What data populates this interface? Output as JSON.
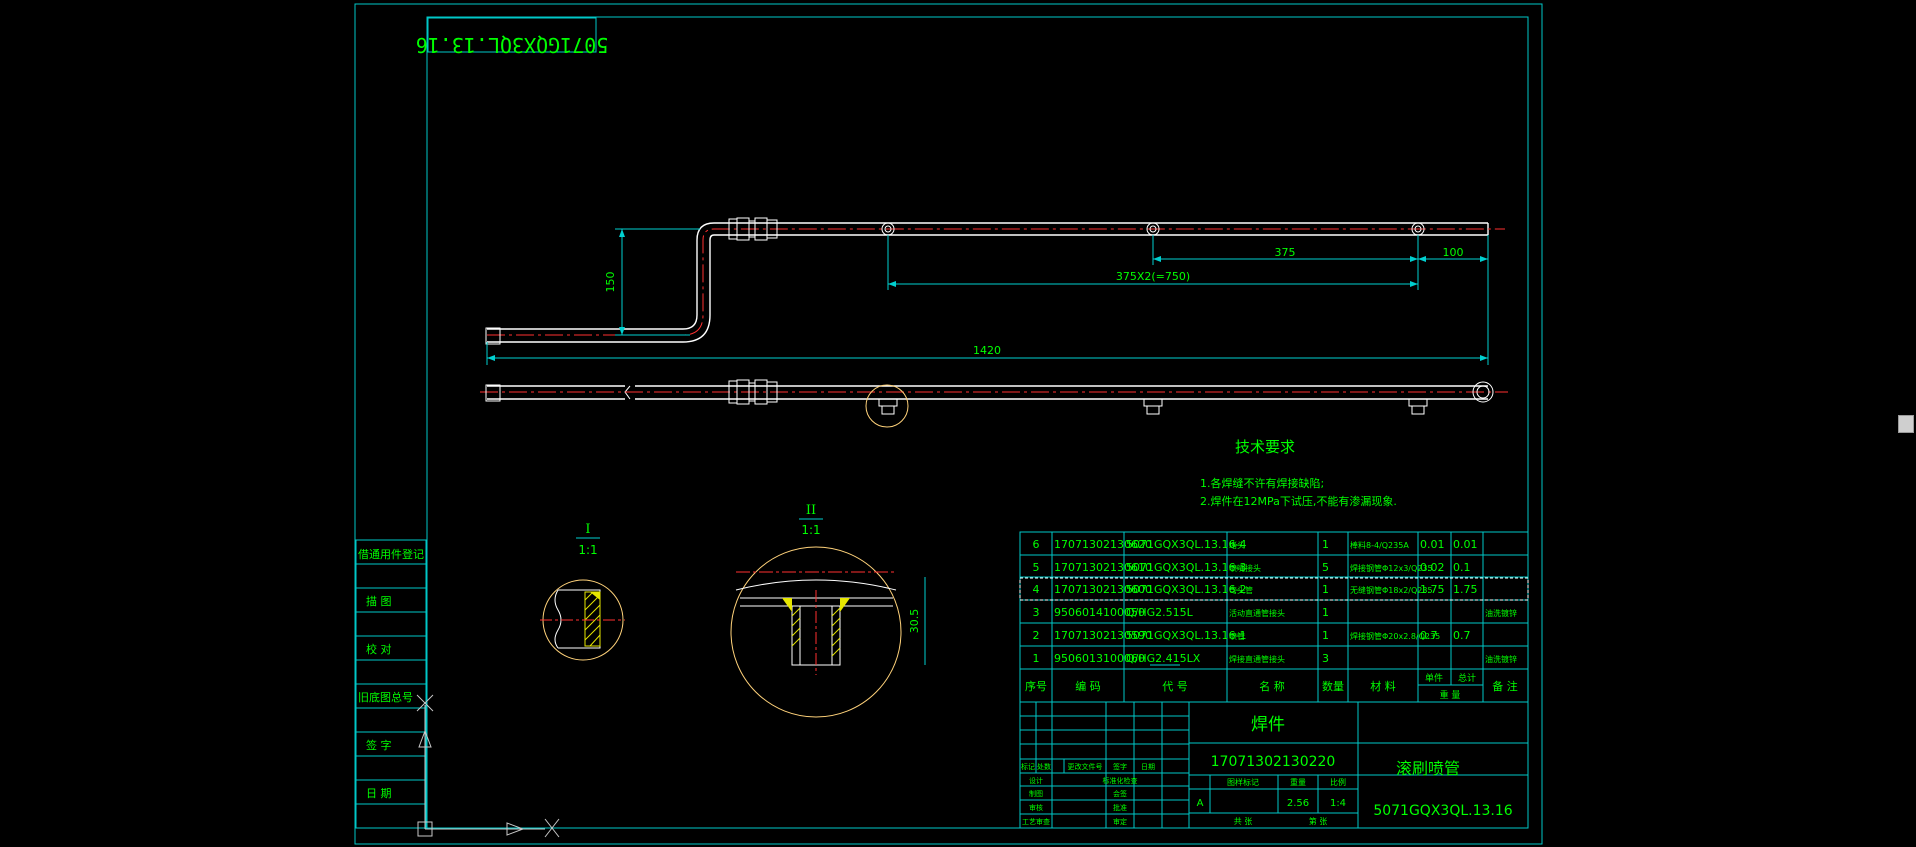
{
  "drawing": {
    "stamp": "5071GQX3QL.13.16",
    "part_name": "焊件",
    "part_code": "17071302130220",
    "title": "滚刷喷管",
    "drawing_no": "5071GQX3QL.13.16"
  },
  "dimensions": {
    "height_150": "150",
    "d375": "375",
    "d100": "100",
    "d375x2": "375X2(=750)",
    "d1420": "1420",
    "d30_5": "30.5"
  },
  "details": {
    "d1_label": "I",
    "d1_scale": "1:1",
    "d2_label": "II",
    "d2_scale": "1:1"
  },
  "tech_req": {
    "title": "技术要求",
    "line1": "1.各焊缝不许有焊接缺陷;",
    "line2": "2.焊件在12MPa下试压,不能有渗漏现象."
  },
  "side_stamp": {
    "s1": "借通用件登记",
    "s2": "描 图",
    "s3": "校 对",
    "s4": "旧底图总号",
    "s5": "签 字",
    "s6": "日 期"
  },
  "bom": {
    "rows": [
      {
        "no": "6",
        "code": "17071302130620",
        "dwg": "5071GQX3QL.13.16-4",
        "name": "堵头",
        "qty": "1",
        "mat": "棒料8-4/Q235A",
        "unit": "0.01",
        "total": "0.01",
        "remark": ""
      },
      {
        "no": "5",
        "code": "17071302130610",
        "dwg": "5071GQX3QL.13.16-3",
        "name": "喷嘴接头",
        "qty": "5",
        "mat": "焊接钢管Φ12x3/Q235",
        "unit": "0.02",
        "total": "0.1",
        "remark": ""
      },
      {
        "no": "4",
        "code": "17071302130600",
        "dwg": "5071GQX3QL.13.16-2",
        "name": "弯头管",
        "qty": "1",
        "mat": "无缝钢管Φ18x2/Q235",
        "unit": "1.75",
        "total": "1.75",
        "remark": ""
      },
      {
        "no": "3",
        "code": "9506014100050",
        "dwg": "Q/HG2.515L",
        "name": "活动直通管接头",
        "qty": "1",
        "mat": "",
        "unit": "",
        "total": "",
        "remark": "油洗镀锌"
      },
      {
        "no": "2",
        "code": "17071302130590",
        "dwg": "5071GQX3QL.13.16-1",
        "name": "喷管",
        "qty": "1",
        "mat": "焊接钢管Φ20x2.8/Q235",
        "unit": "0.7",
        "total": "0.7",
        "remark": ""
      },
      {
        "no": "1",
        "code": "9506013100060",
        "dwg": "Q/HG2.415LX",
        "name": "焊接直通管接头",
        "qty": "3",
        "mat": "",
        "unit": "",
        "total": "",
        "remark": "油洗镀锌"
      }
    ],
    "header": {
      "no": "序号",
      "code": "编 码",
      "dwg": "代 号",
      "name": "名 称",
      "qty": "数量",
      "mat": "材 料",
      "single": "单件",
      "total": "总计",
      "weight": "重 量",
      "remark": "备 注"
    }
  },
  "title_block": {
    "mark": "标记",
    "count": "处数",
    "change_no": "更改文件号",
    "sign": "签字",
    "date": "日期",
    "design": "设计",
    "draw": "制图",
    "check": "审核",
    "process": "工艺审查",
    "std_check": "标准化检查",
    "countersign": "会签",
    "approve": "批准",
    "approve2": "审定",
    "stage": "图样标记",
    "weight": "重量",
    "scale": "比例",
    "stage_value": "A",
    "weight_value": "2.56",
    "scale_value": "1:4",
    "sheets": "共 张",
    "sheet": "第 张"
  },
  "colors": {
    "border": "#00c8c8",
    "part": "#ffffff",
    "center": "#ff3030",
    "dim": "#00d0d0",
    "text": "#00ff00",
    "hatch": "#e6e600",
    "circle": "#ffd27a"
  }
}
